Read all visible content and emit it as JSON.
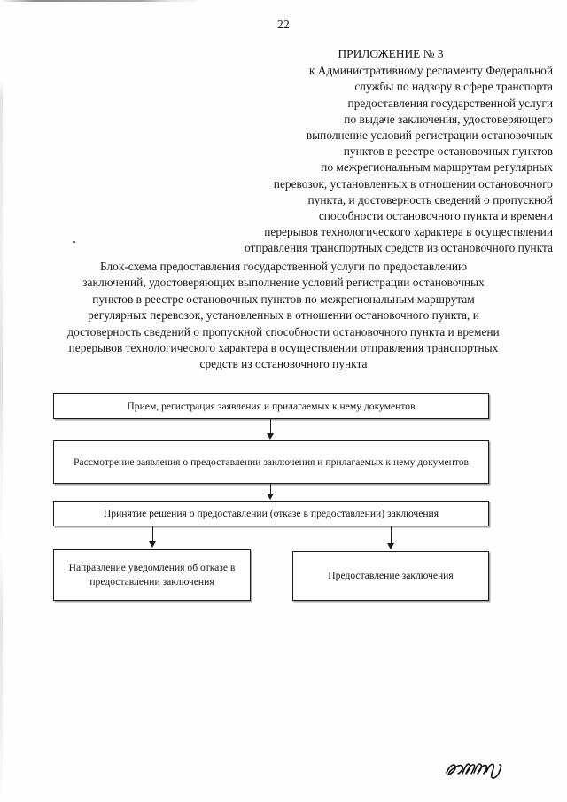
{
  "document": {
    "page_number": "22",
    "heading": {
      "title": "ПРИЛОЖЕНИЕ № 3",
      "lines": [
        "к Административному регламенту Федеральной",
        "службы по надзору в сфере транспорта",
        "предоставления государственной услуги",
        "по выдаче заключения, удостоверяющего",
        "выполнение условий регистрации остановочных",
        "пунктов в реестре остановочных пунктов",
        "по межрегиональным маршрутам регулярных",
        "перевозок, установленных в отношении остановочного",
        "пункта, и достоверность сведений о пропускной",
        "способности остановочного пункта и времени",
        "перерывов технологического характера в осуществлении",
        "отправления транспортных средств из остановочного пункта"
      ]
    },
    "intro": {
      "lines": [
        "Блок-схема предоставления государственной услуги по предоставлению",
        "заключений, удостоверяющих выполнение условий регистрации остановочных",
        "пунктов в реестре остановочных пунктов по межрегиональным маршрутам",
        "регулярных перевозок, установленных в отношении остановочного пункта, и",
        "достоверность сведений о пропускной способности остановочного пункта и времени",
        "перерывов технологического характера в осуществлении отправления транспортных",
        "средств из остановочного пункта"
      ]
    },
    "flowchart": {
      "nodes": [
        {
          "id": "intake",
          "text": "Прием, регистрация заявления и прилагаемых к нему документов"
        },
        {
          "id": "review",
          "text": "Рассмотрение заявления о предоставлении заключения и прилагаемых к нему документов"
        },
        {
          "id": "decision",
          "text": "Принятие решения о предоставлении (отказе в предоставлении) заключения"
        },
        {
          "id": "refusal",
          "text": "Направление уведомления об отказе в предоставлении заключения"
        },
        {
          "id": "issue",
          "text": "Предоставление заключения"
        }
      ]
    },
    "signature": {
      "alt": "handwritten-signature"
    },
    "colors": {
      "paper": "#fefefe",
      "ink": "#14171a",
      "line": "#1d1d1d"
    }
  }
}
